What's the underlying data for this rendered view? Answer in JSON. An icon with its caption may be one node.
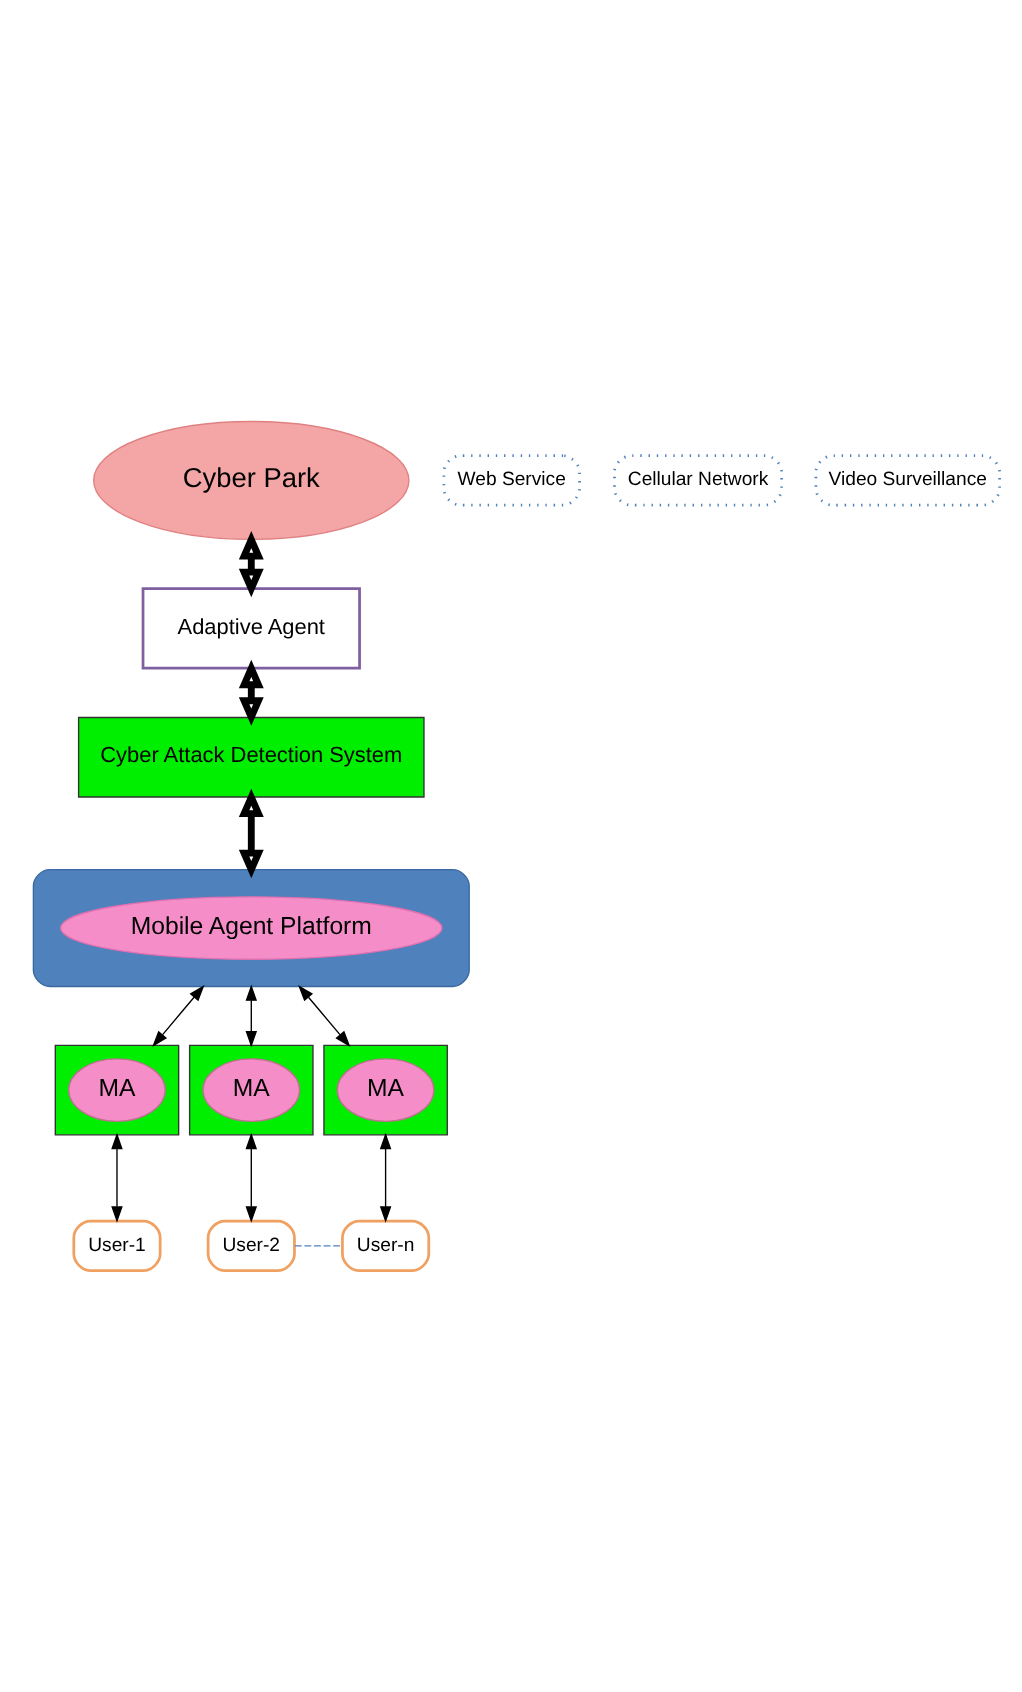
{
  "diagram": {
    "nodes": [
      {
        "text": [
          "Cyber Park"
        ]
      },
      {
        "text": [
          "Web Service"
        ]
      },
      {
        "text": [
          "Cellular Network"
        ]
      },
      {
        "text": [
          "Video Surveillance"
        ]
      },
      {
        "text": [
          "Adaptive Agent"
        ]
      },
      {
        "text": [
          "Cyber Attack Detection System"
        ]
      },
      {
        "text": [],
        "shape": "box"
      },
      {
        "text": [
          "Mobile Agent Platform"
        ],
        "in": 6
      },
      {
        "text": [],
        "shape": "box"
      },
      {
        "text": [
          "MA"
        ],
        "in": 8
      },
      {
        "text": [],
        "shape": "box"
      },
      {
        "text": [
          "MA"
        ],
        "in": 10
      },
      {
        "text": [],
        "shape": "box"
      },
      {
        "text": [
          "MA"
        ],
        "in": 12
      },
      {
        "text": [
          "User-1"
        ]
      },
      {
        "text": [
          "User-2"
        ]
      },
      {
        "text": [
          "User-n"
        ]
      }
    ],
    "edges": [
      {
        "from": 0,
        "to": 4,
        "arrow": "both",
        "style": "thick"
      },
      {
        "from": 4,
        "to": 5,
        "arrow": "both",
        "style": "thick"
      },
      {
        "from": 5,
        "to": 6,
        "arrow": "both",
        "style": "thick"
      },
      {
        "from": 6,
        "to": 8,
        "arrow": "both"
      },
      {
        "from": 6,
        "to": 10,
        "arrow": "both"
      },
      {
        "from": 6,
        "to": 12,
        "arrow": "both"
      },
      {
        "from": 8,
        "to": 14,
        "arrow": "both"
      },
      {
        "from": 10,
        "to": 15,
        "arrow": "both"
      },
      {
        "from": 12,
        "to": 16,
        "arrow": "both"
      },
      {
        "from": 15,
        "to": 16,
        "arrow": "none",
        "style": "dashed",
        "color": "#4f81bd"
      }
    ]
  }
}
